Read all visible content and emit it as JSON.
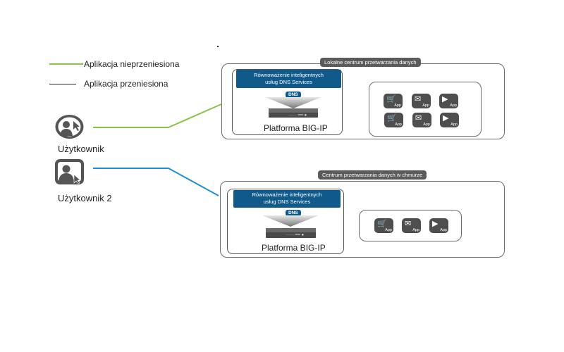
{
  "legend": [
    {
      "label": "Aplikacja nieprzeniesiona",
      "color": "#8dc24a"
    },
    {
      "label": "Aplikacja przeniesiona",
      "color": "#222222"
    }
  ],
  "users": [
    {
      "label": "Użytkownik",
      "icon": "user-cursor-circle-icon",
      "connection_color": "#8dc24a"
    },
    {
      "label": "Użytkownik 2",
      "icon": "user-cursor-screen-icon",
      "connection_color": "#1e8fd4"
    }
  ],
  "datacenters": [
    {
      "title": "Lokalne centrum przetwarzania danych",
      "dns_banner_line1": "Równoważenie inteligentnych",
      "dns_banner_line2": "usług DNS Services",
      "dns_tag": "DNS",
      "server_dots": "······ ━━ ●",
      "platform_label": "Platforma BIG-IP",
      "apps": [
        {
          "icon": "cart-icon",
          "glyph": "🛒",
          "label": "App"
        },
        {
          "icon": "mail-icon",
          "glyph": "✉",
          "label": "App"
        },
        {
          "icon": "play-icon",
          "glyph": "▶",
          "label": "App"
        },
        {
          "icon": "cart-icon",
          "glyph": "🛒",
          "label": "App"
        },
        {
          "icon": "mail-icon",
          "glyph": "✉",
          "label": "App"
        },
        {
          "icon": "play-icon",
          "glyph": "▶",
          "label": "App"
        }
      ]
    },
    {
      "title": "Centrum przetwarzania danych w chmurze",
      "dns_banner_line1": "Równoważenie inteligentnych",
      "dns_banner_line2": "usług DNS Services",
      "dns_tag": "DNS",
      "server_dots": "······ ━━ ●",
      "platform_label": "Platforma BIG-IP",
      "apps": [
        {
          "icon": "cart-icon",
          "glyph": "🛒",
          "label": "App"
        },
        {
          "icon": "mail-icon",
          "glyph": "✉",
          "label": "App"
        },
        {
          "icon": "play-icon",
          "glyph": "▶",
          "label": "App"
        }
      ]
    }
  ],
  "colors": {
    "non_migrated": "#8dc24a",
    "migrated_user2": "#1e8fd4",
    "dns_blue": "#0f5a8a",
    "icon_gray": "#4e4e4e"
  }
}
